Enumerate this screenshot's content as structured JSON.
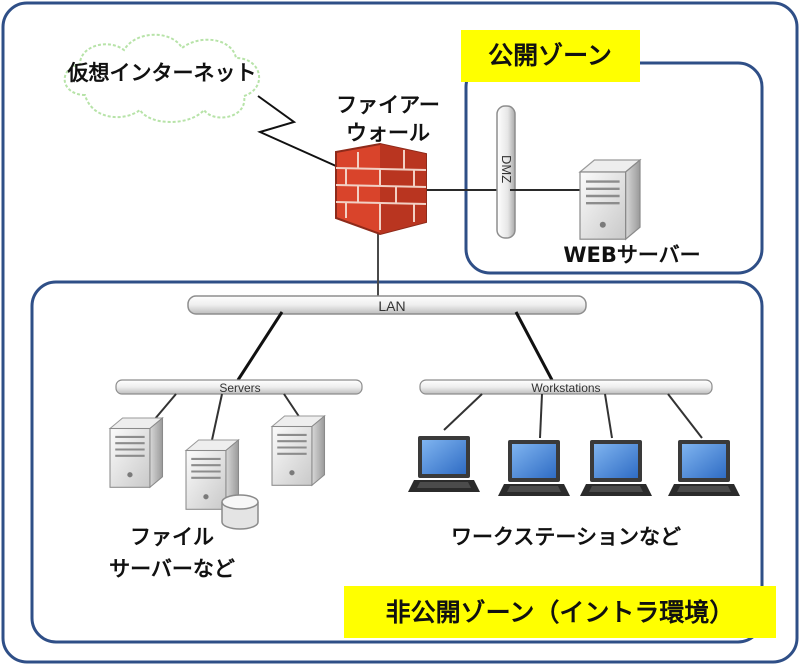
{
  "title": "",
  "zones": {
    "public": "公開ゾーン",
    "private": "非公開ゾーン（イントラ環境）"
  },
  "internet_label": "仮想インターネット",
  "firewall_label": [
    "ファイアー",
    "ウォール"
  ],
  "dmz_label": "DMZ",
  "web_server_label": "WEBサーバー",
  "lan_label": "LAN",
  "servers_bus_label": "Servers",
  "workstations_bus_label": "Workstations",
  "file_server_label": [
    "ファイル",
    "サーバーなど"
  ],
  "workstation_group_label": "ワークステーションなど",
  "colors": {
    "zone_border": "#2f4f87",
    "zone_label_bg": "#ffff00",
    "firewall_red": "#d9442b",
    "laptop_screen": "#3f7fd6"
  },
  "icons": [
    "cloud-icon",
    "firewall-icon",
    "server-icon",
    "disk-icon",
    "laptop-icon"
  ]
}
